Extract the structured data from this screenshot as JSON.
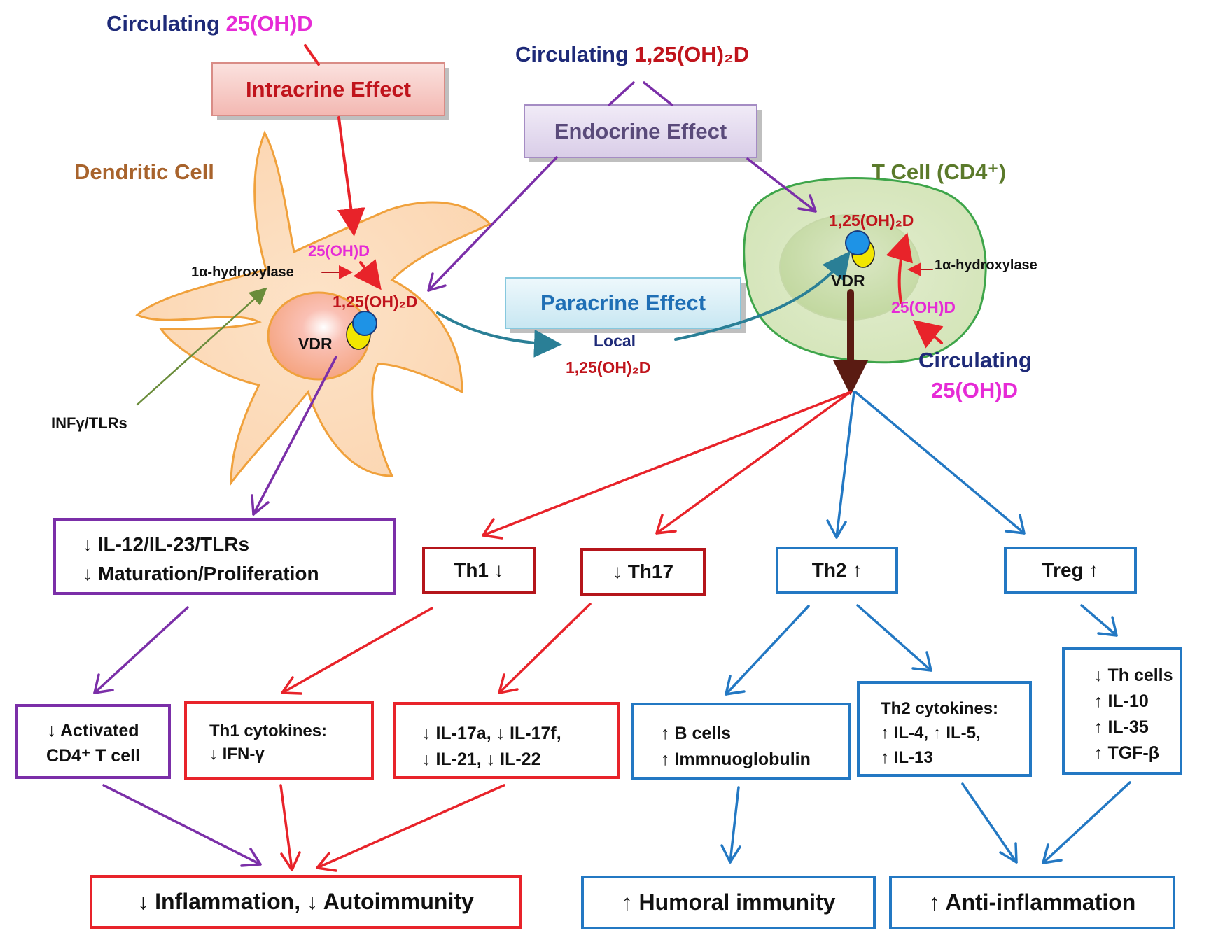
{
  "colors": {
    "purple": "#7b2fa8",
    "red": "#e8232a",
    "dark_red": "#b5151b",
    "blue": "#2378c3",
    "navy": "#1e2a78",
    "magenta": "#e62bd6",
    "crimson": "#c0141c",
    "olive": "#5b7a2b",
    "brown": "#a8632c",
    "teal": "#2a7f96",
    "dark_brown": "#5a1b12",
    "green": "#6a8c3a"
  },
  "top": {
    "circ25_prefix": "Circulating ",
    "circ25_value": "25(OH)D",
    "circ125_prefix": "Circulating ",
    "circ125_value": "1,25(OH)₂D"
  },
  "effects": {
    "intracrine": "Intracrine Effect",
    "endocrine": "Endocrine Effect",
    "paracrine": "Paracrine Effect"
  },
  "dendritic": {
    "title": "Dendritic Cell",
    "d25": "25(OH)D",
    "hydroxylase": "1α-hydroxylase",
    "d125": "1,25(OH)₂D",
    "vdr": "VDR",
    "stimulus": "INFγ/TLRs"
  },
  "local": {
    "line1": "Local",
    "line2": "1,25(OH)₂D"
  },
  "tcell": {
    "title": "T Cell (CD4⁺)",
    "d125": "1,25(OH)₂D",
    "hydroxylase": "1α-hydroxylase",
    "vdr": "VDR",
    "d25": "25(OH)D",
    "circ_label": "Circulating",
    "circ_value": "25(OH)D"
  },
  "boxes": {
    "dc_effects": [
      "↓ IL-12/IL-23/TLRs",
      "↓ Maturation/Proliferation"
    ],
    "th1": "Th1 ↓",
    "th17": "↓ Th17",
    "th2": "Th2 ↑",
    "treg": "Treg ↑",
    "activated": [
      "↓ Activated",
      "CD4⁺ T cell"
    ],
    "th1_cytokines": [
      "Th1 cytokines:",
      "↓ IFN-γ"
    ],
    "il17": [
      "↓ IL-17a, ↓ IL-17f,",
      "↓ IL-21,   ↓ IL-22"
    ],
    "bcells": [
      "↑ B cells",
      "↑ Immnuoglobulin"
    ],
    "th2_cytokines": [
      "Th2 cytokines:",
      "↑ IL-4,   ↑ IL-5,",
      "↑ IL-13"
    ],
    "treg_effects": [
      "↓ Th cells",
      "↑ IL-10",
      "↑ IL-35",
      "↑ TGF-β"
    ],
    "inflammation": "↓ Inflammation, ↓ Autoimmunity",
    "humoral": "↑ Humoral immunity",
    "anti": "↑ Anti-inflammation"
  }
}
